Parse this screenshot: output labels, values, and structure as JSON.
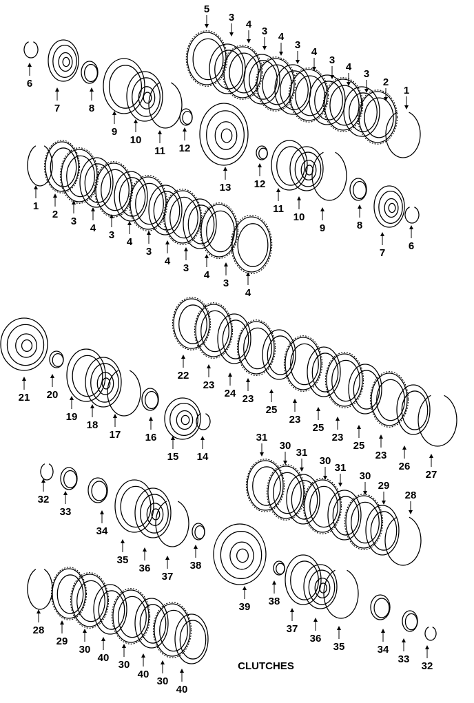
{
  "diagram": {
    "title": "CLUTCHES",
    "callouts": [
      "1",
      "2",
      "3",
      "4",
      "5",
      "6",
      "7",
      "8",
      "9",
      "10",
      "11",
      "12",
      "13",
      "14",
      "15",
      "16",
      "17",
      "18",
      "19",
      "20",
      "21",
      "22",
      "23",
      "24",
      "25",
      "26",
      "27",
      "28",
      "29",
      "30",
      "31",
      "32",
      "33",
      "34",
      "35",
      "36",
      "37",
      "38",
      "39",
      "40"
    ]
  }
}
